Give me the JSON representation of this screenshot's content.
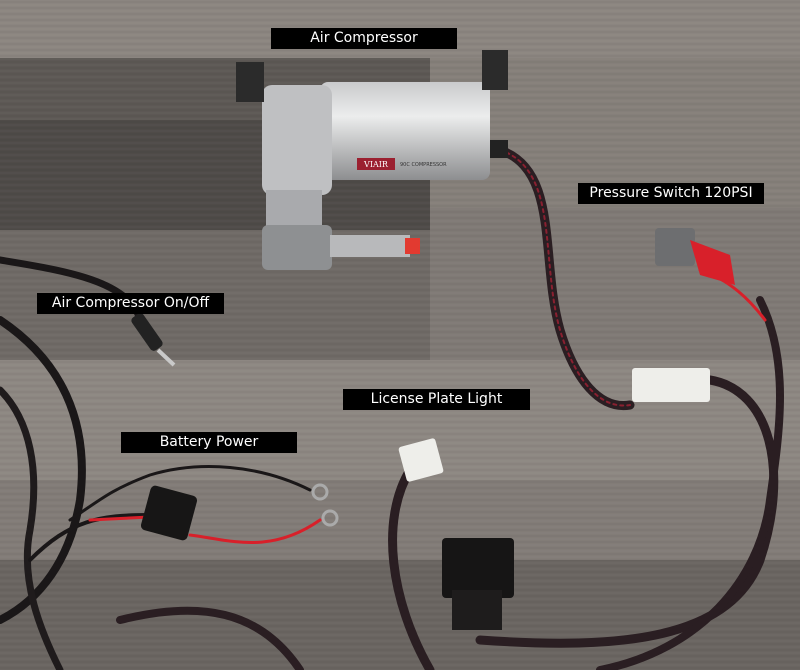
{
  "labels": {
    "air_compressor": "Air Compressor",
    "pressure_switch": "Pressure Switch 120PSI",
    "on_off": "Air Compressor On/Off",
    "license_plate": "License Plate Light",
    "battery_power": "Battery Power"
  },
  "logo": {
    "brand": "VIAIR",
    "model": "90C COMPRESSOR"
  },
  "colors": {
    "wood_light": "#8a8580",
    "wood_dark": "#4f4b48",
    "wire_red": "#d8202a",
    "wire_black": "#1a1718",
    "label_bg": "#000000"
  }
}
